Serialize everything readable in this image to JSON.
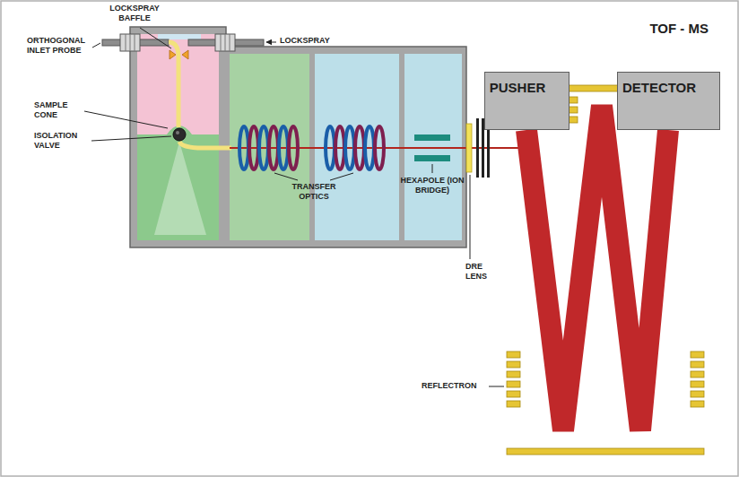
{
  "diagram": {
    "nodes": [
      {
        "text": [
          "TOF - MS"
        ]
      },
      {
        "text": [
          "PUSHER"
        ],
        "in": 0
      },
      {
        "text": [
          "DETECTOR"
        ],
        "in": 0
      }
    ],
    "edges": [
      {
        "from": 1,
        "to": 2,
        "arrow": "none"
      }
    ],
    "labels": [
      "LOCKSPRAY BAFFLE",
      "ORTHOGONAL INLET PROBE",
      "LOCKSPRAY",
      "SAMPLE CONE",
      "ISOLATION VALVE",
      "TRANSFER OPTICS",
      "HEXAPOLE (ION BRIDGE)",
      "DRE LENS",
      "REFLECTRON"
    ]
  }
}
